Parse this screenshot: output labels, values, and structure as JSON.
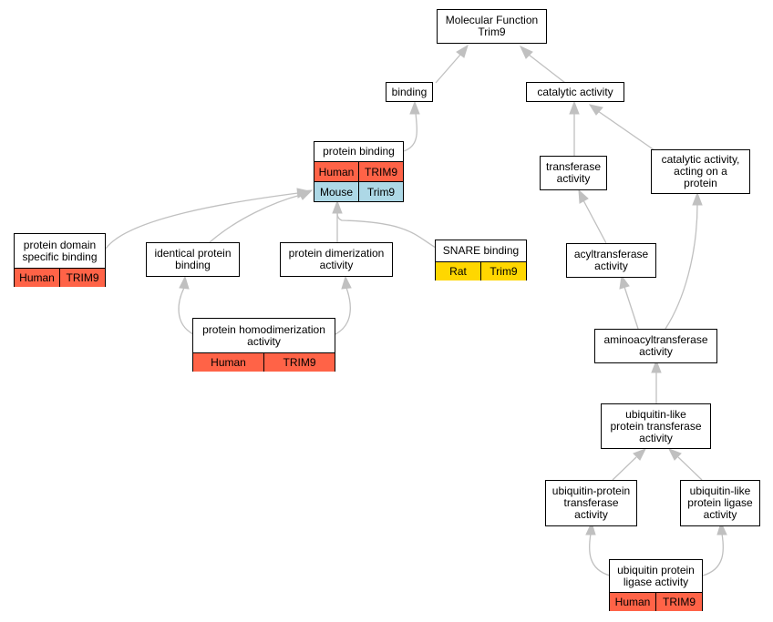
{
  "diagram": {
    "root": {
      "line1": "Molecular Function",
      "line2": "Trim9"
    },
    "binding": "binding",
    "catalytic": "catalytic activity",
    "protein_binding": {
      "label": "protein binding",
      "annotations": [
        {
          "species": "Human",
          "gene": "TRIM9"
        },
        {
          "species": "Mouse",
          "gene": "Trim9"
        }
      ]
    },
    "transferase": {
      "line1": "transferase",
      "line2": "activity"
    },
    "catalytic_protein": {
      "line1": "catalytic activity,",
      "line2": "acting on a",
      "line3": "protein"
    },
    "domain_binding": {
      "line1": "protein domain",
      "line2": "specific binding",
      "annotation": {
        "species": "Human",
        "gene": "TRIM9"
      }
    },
    "identical": {
      "line1": "identical protein",
      "line2": "binding"
    },
    "dimerization": {
      "line1": "protein dimerization",
      "line2": "activity"
    },
    "snare": {
      "label": "SNARE binding",
      "annotation": {
        "species": "Rat",
        "gene": "Trim9"
      }
    },
    "acyltransferase": {
      "line1": "acyltransferase",
      "line2": "activity"
    },
    "homodimerization": {
      "line1": "protein homodimerization",
      "line2": "activity",
      "annotation": {
        "species": "Human",
        "gene": "TRIM9"
      }
    },
    "aminoacyl": {
      "line1": "aminoacyltransferase",
      "line2": "activity"
    },
    "ubl_transferase": {
      "line1": "ubiquitin-like",
      "line2": "protein transferase",
      "line3": "activity"
    },
    "ub_transferase": {
      "line1": "ubiquitin-protein",
      "line2": "transferase",
      "line3": "activity"
    },
    "ubl_ligase": {
      "line1": "ubiquitin-like",
      "line2": "protein ligase",
      "line3": "activity"
    },
    "ub_ligase": {
      "line1": "ubiquitin protein",
      "line2": "ligase activity",
      "annotation": {
        "species": "Human",
        "gene": "TRIM9"
      }
    }
  },
  "colors": {
    "human": "#ff6347",
    "mouse": "#add8e6",
    "rat": "#ffd700",
    "edge": "#c0c0c0"
  }
}
